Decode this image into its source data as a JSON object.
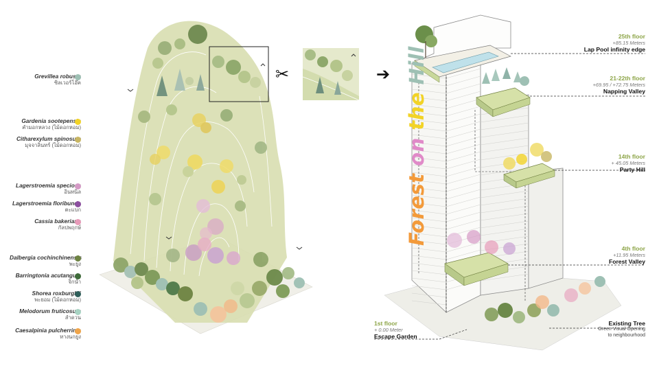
{
  "legend": [
    {
      "sci": "Grevillea robusta",
      "thai": "ซิลเวอร์โอ๊ค",
      "color": "#9ec0b4"
    },
    {
      "sci": "Gardenia sootepensis",
      "thai": "คำมอกหลวง (ไม้ดอกหอม)",
      "color": "#f2d327"
    },
    {
      "sci": "Citharexylum spinosum",
      "thai": "มุจจาลินทร์ (ไม้ดอกหอม)",
      "color": "#c8b663"
    },
    {
      "sci": "Lagerstroemia speciosa",
      "thai": "อินทนิล",
      "color": "#d59ac6"
    },
    {
      "sci": "Lagerstroemia floribunda",
      "thai": "ตะแบก",
      "color": "#8d4fa0"
    },
    {
      "sci": "Cassia bakeriana",
      "thai": "กัลปพฤกษ์",
      "color": "#e79bb9"
    },
    {
      "sci": "Dalbergia cochinchinensis",
      "thai": "พะยูง",
      "color": "#6e8443"
    },
    {
      "sci": "Barringtonia acutangula",
      "thai": "จิกน้ำ",
      "color": "#3e6b3a"
    },
    {
      "sci": "Shorea roxburghii",
      "thai": "พะยอม (ไม้ดอกหอม)",
      "color": "#2f5f5a"
    },
    {
      "sci": "Melodorum fruticosum",
      "thai": "ลำดวน",
      "color": "#a8d3c3"
    },
    {
      "sci": "Caesalpinia pulcherrima",
      "thai": "หางนกยูง",
      "color": "#f0a54a"
    }
  ],
  "title": {
    "part1": "Forest",
    "part2": "on",
    "part3": "the",
    "part4": "Hill",
    "colors": {
      "forest": "#f39a3a",
      "on": "#e08ac8",
      "the": "#f2d327",
      "hill": "#9ec0b4"
    }
  },
  "floors": {
    "f25": {
      "floor": "25th floor",
      "meters": "+85.15 Meters",
      "name": "Lap Pool infinity edge"
    },
    "f21": {
      "floor": "21-22th floor",
      "meters": "+69.95 / +72.75 Meters",
      "name": "Napping Valley"
    },
    "f14": {
      "floor": "14th floor",
      "meters": "+ 45.05 Meters",
      "name": "Party Hill"
    },
    "f4": {
      "floor": "4th floor",
      "meters": "+11.95 Meters",
      "name": "Forest Valley"
    },
    "f1": {
      "floor": "1st floor",
      "meters": "+ 0.00 Meter",
      "name": "Escape Garden"
    }
  },
  "existing": {
    "title": "Existing Tree",
    "line1": "Green Visual Opening",
    "line2": "to neighbourhood"
  },
  "icons": {
    "scissors": "scissors-icon",
    "arrow": "arrow-right-icon"
  },
  "colors": {
    "hill": "#d4dcab",
    "hillLine": "#ffffff",
    "building": "#f4f4f1",
    "accent": "#8da548"
  }
}
